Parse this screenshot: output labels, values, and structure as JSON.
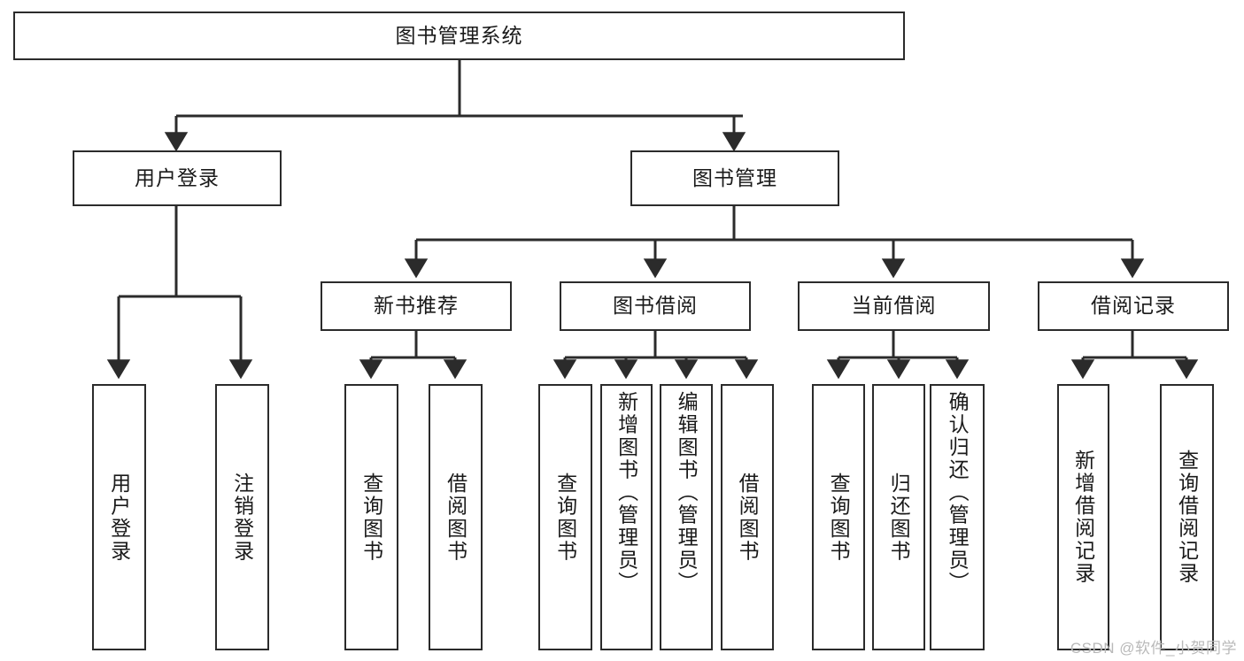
{
  "diagram": {
    "title": "图书管理系统",
    "type": "hierarchy-tree",
    "root": {
      "id": "root",
      "label": "图书管理系统"
    },
    "level2": [
      {
        "id": "user-login",
        "label": "用户登录"
      },
      {
        "id": "book-management",
        "label": "图书管理"
      }
    ],
    "level3": [
      {
        "id": "new-book-recommend",
        "label": "新书推荐"
      },
      {
        "id": "book-borrow",
        "label": "图书借阅"
      },
      {
        "id": "current-borrow",
        "label": "当前借阅"
      },
      {
        "id": "borrow-record",
        "label": "借阅记录"
      }
    ],
    "leaves": [
      {
        "id": "leaf-user-login",
        "label": "用户登录",
        "parent": "user-login"
      },
      {
        "id": "leaf-logout-login",
        "label": "注销登录",
        "parent": "user-login"
      },
      {
        "id": "leaf-query-book-1",
        "label": "查询图书",
        "parent": "new-book-recommend"
      },
      {
        "id": "leaf-borrow-book-1",
        "label": "借阅图书",
        "parent": "new-book-recommend"
      },
      {
        "id": "leaf-query-book-2",
        "label": "查询图书",
        "parent": "book-borrow"
      },
      {
        "id": "leaf-add-book",
        "label": "新增图书（管理员）",
        "parent": "book-borrow"
      },
      {
        "id": "leaf-edit-book",
        "label": "编辑图书（管理员）",
        "parent": "book-borrow"
      },
      {
        "id": "leaf-borrow-book-2",
        "label": "借阅图书",
        "parent": "book-borrow"
      },
      {
        "id": "leaf-query-book-3",
        "label": "查询图书",
        "parent": "current-borrow"
      },
      {
        "id": "leaf-return-book",
        "label": "归还图书",
        "parent": "current-borrow"
      },
      {
        "id": "leaf-confirm-return",
        "label": "确认归还（管理员）",
        "parent": "current-borrow"
      },
      {
        "id": "leaf-add-record",
        "label": "新增借阅记录",
        "parent": "borrow-record"
      },
      {
        "id": "leaf-query-record",
        "label": "查询借阅记录",
        "parent": "borrow-record"
      }
    ]
  },
  "watermark": {
    "text": "CSDN @软件_小贺同学"
  },
  "colors": {
    "stroke": "#2b2b2b",
    "box_fill": "#ffffff",
    "text": "#1a1a1a",
    "background": "#ffffff",
    "watermark": "#b9b9b9"
  }
}
